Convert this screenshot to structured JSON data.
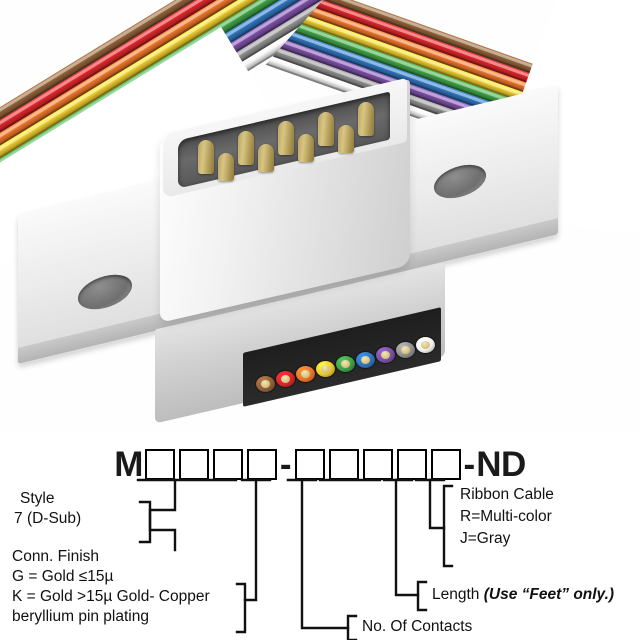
{
  "product": {
    "name": "D-Sub to Ribbon Cable Assembly",
    "connector_type": "D-Sub male 9-position",
    "pin_finish_color": "#c3ac69",
    "housing_color": "#e8e8e8"
  },
  "ribbon": {
    "label": "rainbow ribbon cable",
    "wire_colors": [
      "#8d6038",
      "#d9262a",
      "#e8732a",
      "#e8c72d",
      "#3f9e46",
      "#2f72b8",
      "#7a4fa3",
      "#8e8e8e",
      "#f2f2f2"
    ],
    "wire_color_names": [
      "brown",
      "red",
      "orange",
      "yellow",
      "green",
      "blue",
      "violet",
      "gray",
      "white"
    ],
    "conductor_count": 9
  },
  "connector": {
    "pin_count": 9,
    "top_row_pins": 5,
    "bottom_row_pins": 4,
    "mounting_holes": 2
  },
  "part_number": {
    "prefix": "M",
    "left_boxes": 4,
    "separator": "-",
    "right_boxes": 5,
    "suffix_dash": "-",
    "suffix": "ND"
  },
  "callouts": {
    "style": {
      "title": "Style",
      "line2_prefix": "7",
      "line2_suffix": "(D-Sub)",
      "placeholder_boxes": 2
    },
    "conn_finish": {
      "line1": "Conn. Finish",
      "line2": "G = Gold ≤15µ",
      "line3": "K = Gold >15µ Gold- Copper",
      "line4": "beryllium pin plating"
    },
    "ribbon_cable": {
      "line1": "Ribbon Cable",
      "line2": "R=Multi-color",
      "line3": "J=Gray"
    },
    "length": {
      "label": "Length",
      "note": "(Use “Feet” only.)"
    },
    "contacts": {
      "label": "No. Of Contacts"
    }
  },
  "colors": {
    "line": "#111111",
    "background": "#ffffff",
    "text": "#111111"
  }
}
